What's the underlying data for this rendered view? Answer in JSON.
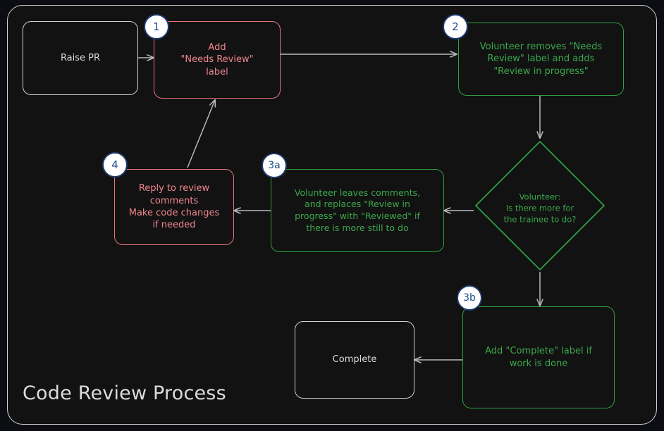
{
  "diagram": {
    "title": "Code Review Process",
    "type": "flowchart",
    "colors": {
      "background": "#121212",
      "page_background": "#0c0d12",
      "frame_border": "#cfd2d6",
      "neutral": "#d8dadd",
      "red": "#ef868e",
      "red_border": "#e8747c",
      "green": "#3aa84b",
      "green_border": "#2f9e41",
      "connector": "#b8bbbe",
      "badge_fill": "#ffffff",
      "badge_border": "#1e3a6e",
      "badge_text": "#1e4d8c"
    },
    "nodes": [
      {
        "id": "raise-pr",
        "label": "Raise PR",
        "shape": "rounded-rect",
        "style": "neutral",
        "badge": null
      },
      {
        "id": "add-label",
        "label": "Add\n\"Needs Review\"\nlabel",
        "shape": "rounded-rect",
        "style": "red",
        "badge": "1"
      },
      {
        "id": "volunteer-removes",
        "label": "Volunteer removes \"Needs\nReview\" label and adds\n\"Review in progress\"",
        "shape": "rounded-rect",
        "style": "green",
        "badge": "2"
      },
      {
        "id": "decision",
        "label": "Volunteer:\nIs there more for\nthe trainee to do?",
        "shape": "diamond",
        "style": "green",
        "badge": null
      },
      {
        "id": "volunteer-comments",
        "label": "Volunteer leaves comments,\nand replaces \"Review in\nprogress\" with \"Reviewed\" if\nthere is more still to do",
        "shape": "rounded-rect",
        "style": "green",
        "badge": "3a"
      },
      {
        "id": "reply-to-review",
        "label": "Reply to review\ncomments\nMake code changes\nif needed",
        "shape": "rounded-rect",
        "style": "red",
        "badge": "4"
      },
      {
        "id": "add-complete",
        "label": "Add \"Complete\" label if\nwork is done",
        "shape": "rounded-rect",
        "style": "green",
        "badge": "3b"
      },
      {
        "id": "complete",
        "label": "Complete",
        "shape": "rounded-rect",
        "style": "neutral",
        "badge": null
      }
    ],
    "edges": [
      {
        "from": "raise-pr",
        "to": "add-label",
        "label": ""
      },
      {
        "from": "add-label",
        "to": "volunteer-removes",
        "label": ""
      },
      {
        "from": "volunteer-removes",
        "to": "decision",
        "label": ""
      },
      {
        "from": "decision",
        "to": "volunteer-comments",
        "label": ""
      },
      {
        "from": "volunteer-comments",
        "to": "reply-to-review",
        "label": ""
      },
      {
        "from": "reply-to-review",
        "to": "add-label",
        "label": ""
      },
      {
        "from": "decision",
        "to": "add-complete",
        "label": ""
      },
      {
        "from": "add-complete",
        "to": "complete",
        "label": ""
      }
    ]
  }
}
